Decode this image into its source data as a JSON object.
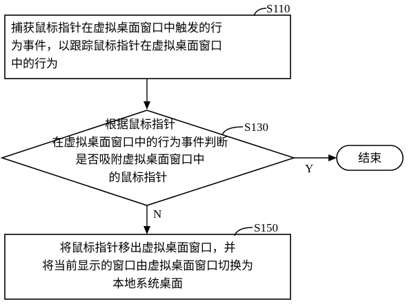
{
  "steps": {
    "s110": {
      "id": "S110",
      "lines": [
        "捕获鼠标指针在虚拟桌面窗口中触发的行",
        "为事件，以跟踪鼠标指针在虚拟桌面窗口",
        "中的行为"
      ]
    },
    "s130": {
      "id": "S130",
      "lines": [
        "根据鼠标指针",
        "在虚拟桌面窗口中的行为事件判断",
        "是否吸附虚拟桌面窗口中",
        "的鼠标指针"
      ]
    },
    "s150": {
      "id": "S150",
      "lines": [
        "将鼠标指针移出虚拟桌面窗口，并",
        "将当前显示的窗口由虚拟桌面窗口切换为",
        "本地系统桌面"
      ]
    },
    "end": {
      "label": "结束"
    }
  },
  "branches": {
    "yes": "Y",
    "no": "N"
  }
}
